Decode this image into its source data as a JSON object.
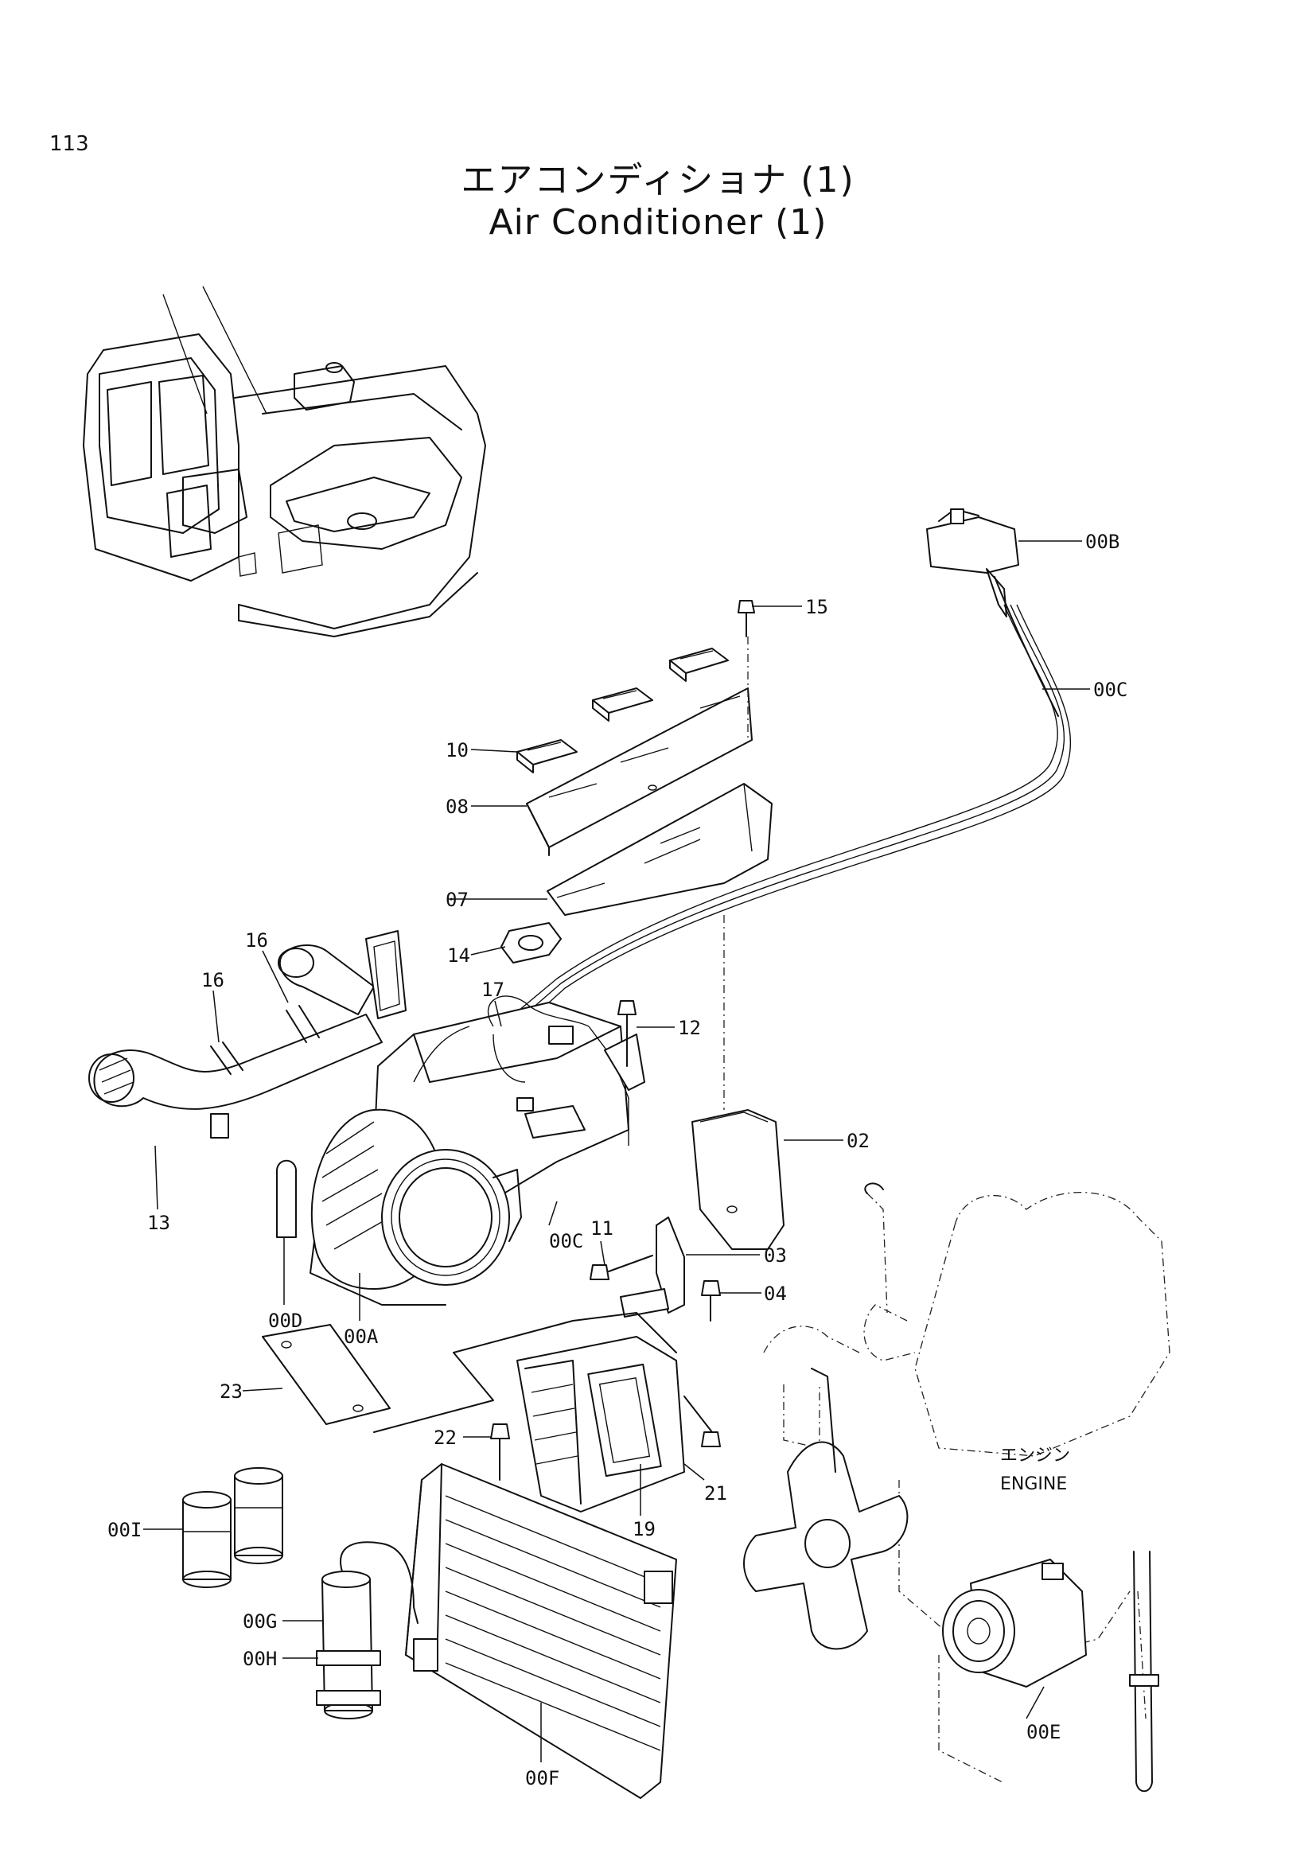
{
  "page_number": "113",
  "title_jp": "エアコンディショナ (1)",
  "title_en": "Air Conditioner (1)",
  "engine_note": {
    "jp": "エンジン",
    "en": "ENGINE"
  },
  "callouts": {
    "c00B": "00B",
    "c15": "15",
    "c00C_top": "00C",
    "c10": "10",
    "c08": "08",
    "c07": "07",
    "c14": "14",
    "c16_a": "16",
    "c16_b": "16",
    "c17": "17",
    "c12": "12",
    "c13": "13",
    "c02": "02",
    "c11": "11",
    "c00C_mid": "00C",
    "c03": "03",
    "c04": "04",
    "c00D": "00D",
    "c00A": "00A",
    "c23": "23",
    "c22": "22",
    "c21": "21",
    "c19": "19",
    "c00I": "00I",
    "c00G": "00G",
    "c00H": "00H",
    "c00F": "00F",
    "c00E": "00E"
  }
}
